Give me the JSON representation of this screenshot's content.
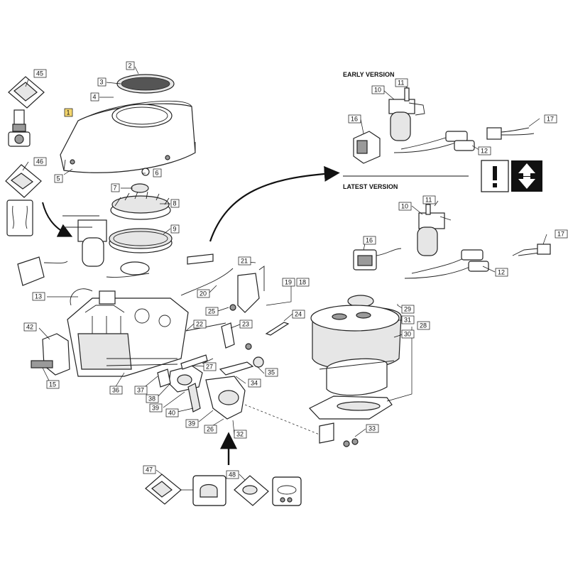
{
  "sections": {
    "early_version": "EARLY VERSION",
    "latest_version": "LATEST VERSION"
  },
  "callouts": {
    "c1": "1",
    "c2": "2",
    "c3": "3",
    "c4": "4",
    "c5": "5",
    "c6": "6",
    "c7": "7",
    "c8": "8",
    "c9": "9",
    "c10a": "10",
    "c10b": "10",
    "c11a": "11",
    "c11b": "11",
    "c12a": "12",
    "c12b": "12",
    "c13": "13",
    "c15": "15",
    "c16a": "16",
    "c16b": "16",
    "c17a": "17",
    "c17b": "17",
    "c18": "18",
    "c19": "19",
    "c20": "20",
    "c21": "21",
    "c22": "22",
    "c23": "23",
    "c24": "24",
    "c25": "25",
    "c26": "26",
    "c27": "27",
    "c28": "28",
    "c29": "29",
    "c30": "30",
    "c31": "31",
    "c32": "32",
    "c33": "33",
    "c34": "34",
    "c35": "35",
    "c36": "36",
    "c37": "37",
    "c38": "38",
    "c39a": "39",
    "c39b": "39",
    "c40": "40",
    "c42": "42",
    "c45": "45",
    "c46": "46",
    "c47": "47",
    "c48": "48"
  },
  "colors": {
    "highlight": "#f5d76e",
    "ink": "#111111",
    "panel_grey": "#e6e6e6",
    "dark_grey": "#9a9a9a"
  },
  "icons": {
    "warning": "exclamation-icon",
    "swap": "up-down-arrows-icon"
  }
}
